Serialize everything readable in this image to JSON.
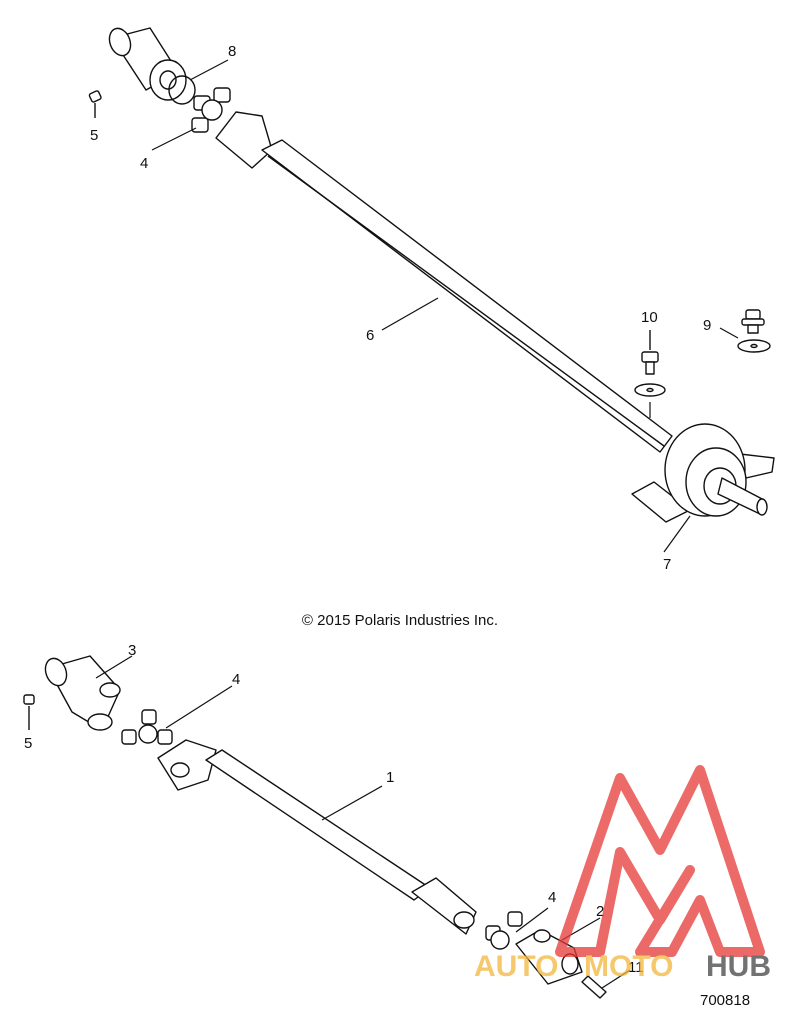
{
  "callouts": {
    "top": {
      "c8": "8",
      "c5": "5",
      "c4": "4",
      "c6": "6",
      "c10": "10",
      "c9": "9",
      "c7": "7"
    },
    "bottom": {
      "c3": "3",
      "c4a": "4",
      "c5": "5",
      "c1": "1",
      "c4b": "4",
      "c2": "2",
      "c11": "11"
    }
  },
  "copyright": "© 2015 Polaris Industries Inc.",
  "part_number": "700818",
  "watermark": {
    "word_a": "AUTO",
    "word_b": "MOTO",
    "word_c": "HUB",
    "color_triangle": "#e53935",
    "color_auto": "#f2b63a",
    "color_hub": "#444444"
  }
}
